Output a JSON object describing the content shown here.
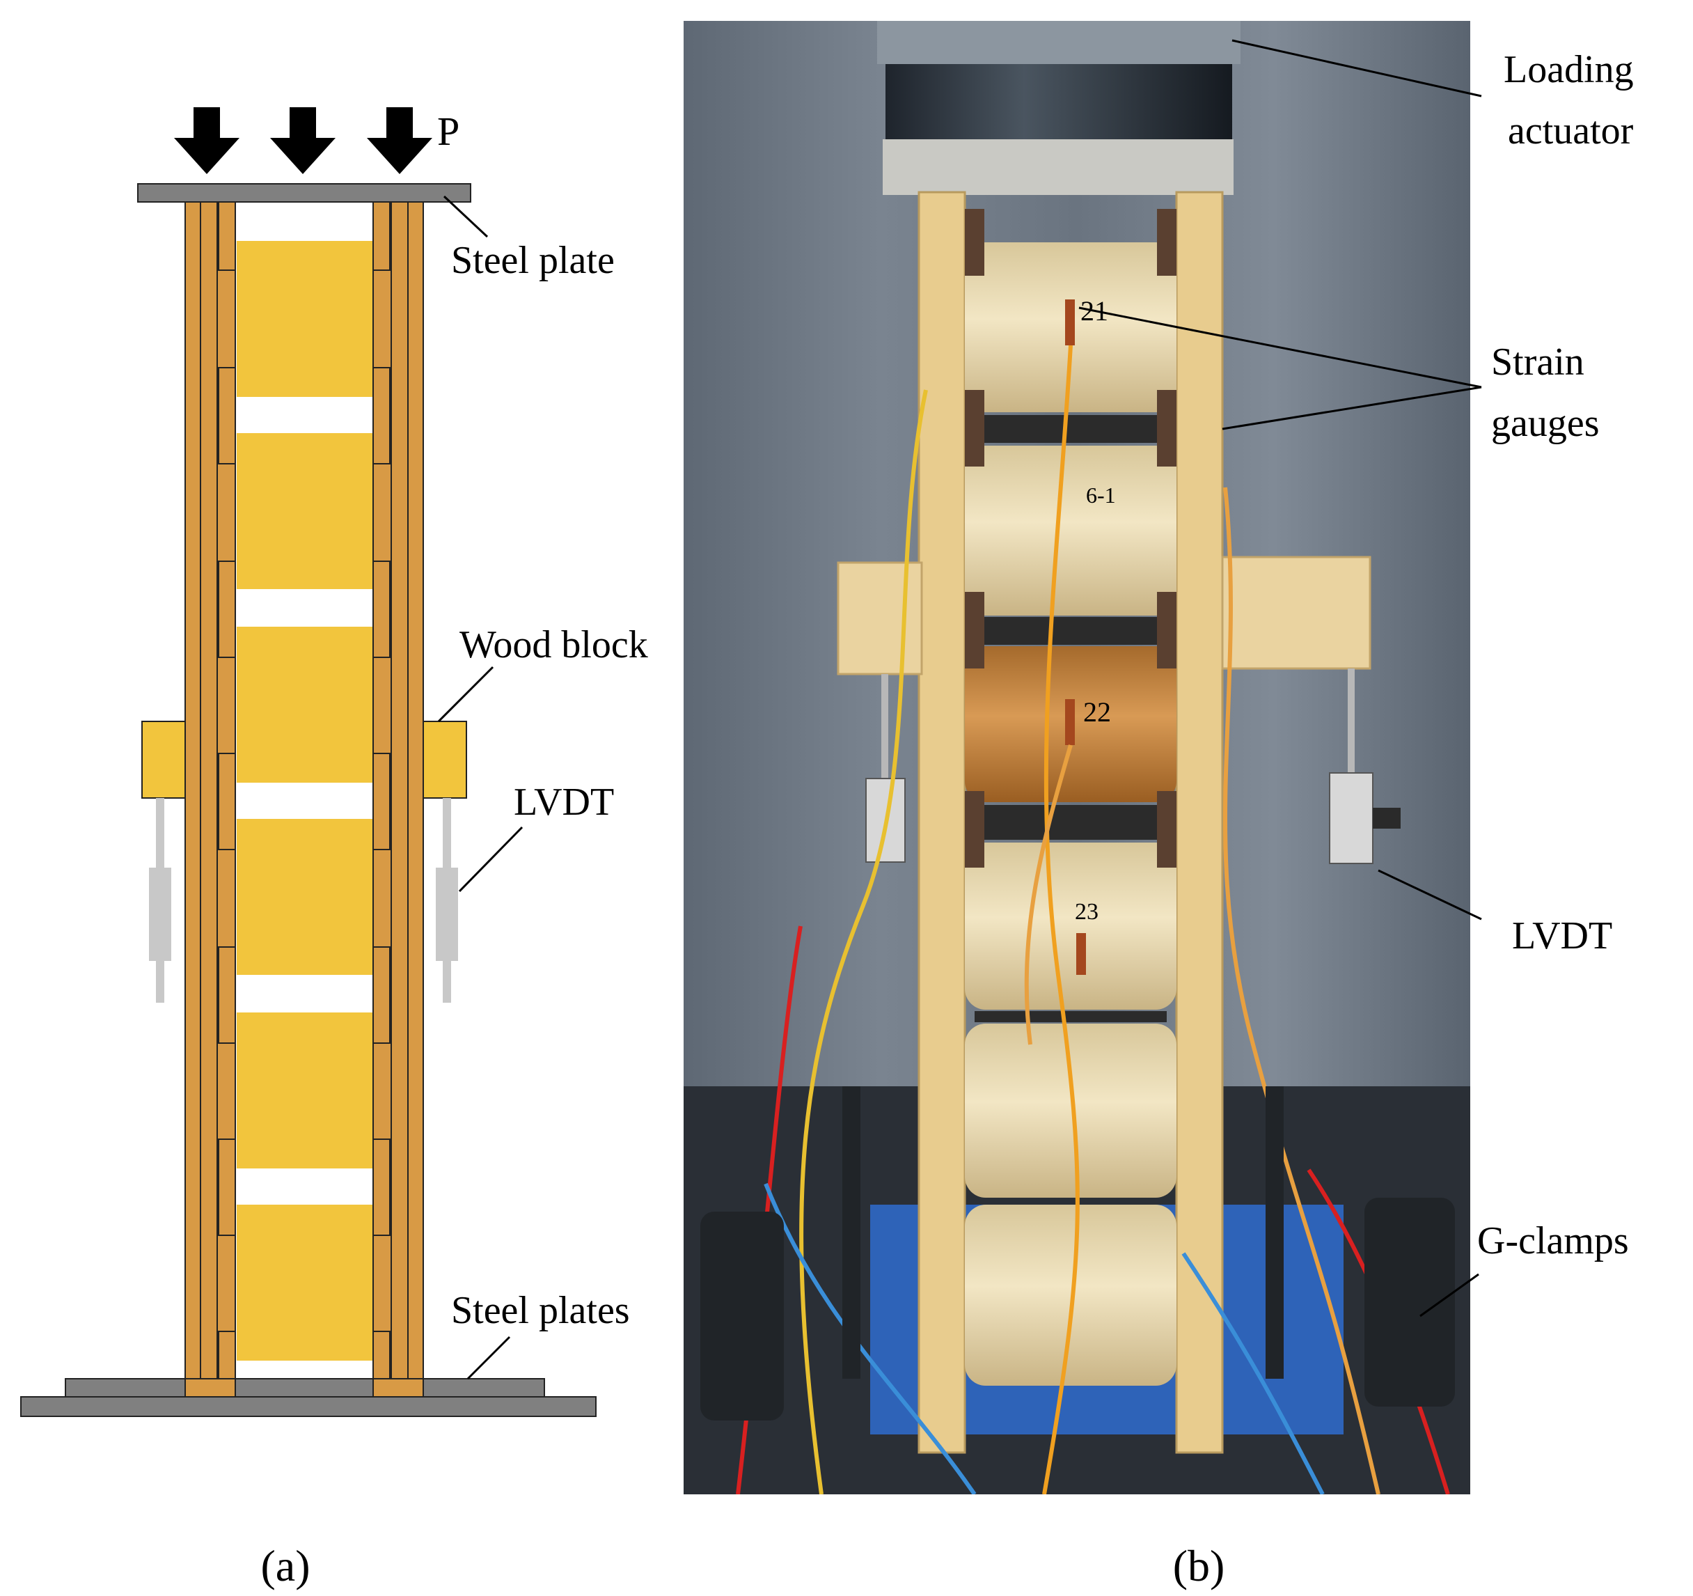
{
  "panel_a": {
    "load_label": "P",
    "steel_plate_label": "Steel plate",
    "wood_block_label": "Wood block",
    "lvdt_label": "LVDT",
    "steel_plates_label": "Steel plates",
    "caption": "(a)"
  },
  "panel_b": {
    "loading_actuator_label_1": "Loading",
    "loading_actuator_label_2": "actuator",
    "strain_gauges_label_1": "Strain",
    "strain_gauges_label_2": "gauges",
    "lvdt_label": "LVDT",
    "g_clamps_label": "G-clamps",
    "caption": "(b)",
    "gauge_marks": [
      "21",
      "22",
      "23"
    ],
    "specimen_mark": "6-1"
  },
  "colors": {
    "wood_strip": "#D89A45",
    "foam_core": "#F2C53D",
    "steel": "#808080",
    "lvdt": "#C8C8C8",
    "backdrop": "#6B7683",
    "timber": "#E8CC8E",
    "base": "#2E63B8"
  }
}
